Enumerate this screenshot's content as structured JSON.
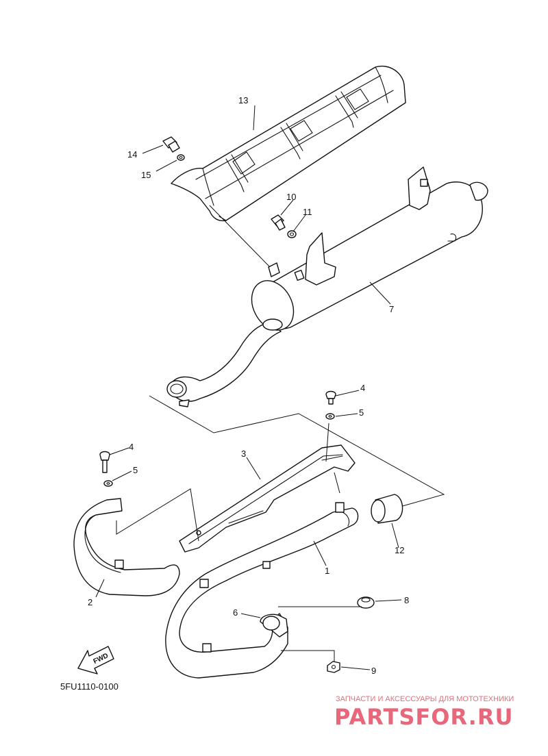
{
  "diagram_code": "5FU1110-0100",
  "fwd_label": "FWD",
  "watermark": {
    "tagline": "ЗАПЧАСТИ И АКСЕССУАРЫ ДЛЯ МОТОТЕХНИКИ",
    "brand": "PARTSFOR.RU"
  },
  "callouts": {
    "c1": "1",
    "c2": "2",
    "c3": "3",
    "c4a": "4",
    "c4b": "4",
    "c5a": "5",
    "c5b": "5",
    "c6": "6",
    "c7": "7",
    "c8": "8",
    "c9": "9",
    "c10": "10",
    "c11": "11",
    "c12": "12",
    "c13": "13",
    "c14": "14",
    "c15": "15"
  }
}
